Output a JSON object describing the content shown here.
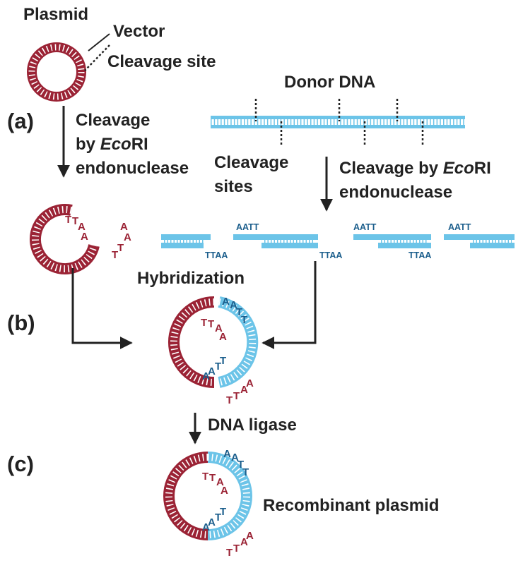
{
  "labels": {
    "plasmid": "Plasmid",
    "vector": "Vector",
    "cleavage_site": "Cleavage site",
    "donor_dna": "Donor DNA",
    "cleavage_left_1": "Cleavage",
    "cleavage_left_2_prefix": "by ",
    "cleavage_left_2_italic": "Eco",
    "cleavage_left_2_suffix": "RI",
    "cleavage_left_3": "endonuclease",
    "cleavage_sites_1": "Cleavage",
    "cleavage_sites_2": "sites",
    "cleavage_right_1_prefix": "Cleavage by ",
    "cleavage_right_1_italic": "Eco",
    "cleavage_right_1_suffix": "RI",
    "cleavage_right_2": "endonuclease",
    "hybridization": "Hybridization",
    "dna_ligase": "DNA ligase",
    "recombinant_plasmid": "Recombinant plasmid"
  },
  "panels": {
    "a": "(a)",
    "b": "(b)",
    "c": "(c)"
  },
  "sequences": {
    "top_ends": "AATT",
    "bottom_ends": "TTAA",
    "nucleotide_a": "A",
    "nucleotide_t": "T"
  },
  "colors": {
    "vector": "#9b2335",
    "donor": "#6cc4e8",
    "donor_text": "#1b5e8c",
    "arrow": "#222222"
  }
}
